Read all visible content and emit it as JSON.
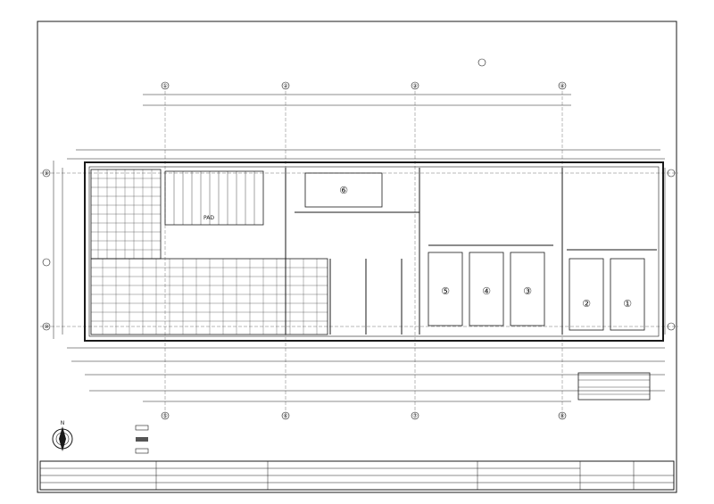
{
  "drawing": {
    "gridline_marks": [
      "①",
      "②",
      "③",
      "④",
      "⑤",
      "⑥",
      "⑦",
      "⑧",
      "⑨",
      "⑩"
    ],
    "parking_spaces": [
      "⑥",
      "⑤",
      "④",
      "③",
      "②",
      "①"
    ],
    "room_label": "PAD",
    "north_arrow_letter": "N"
  }
}
